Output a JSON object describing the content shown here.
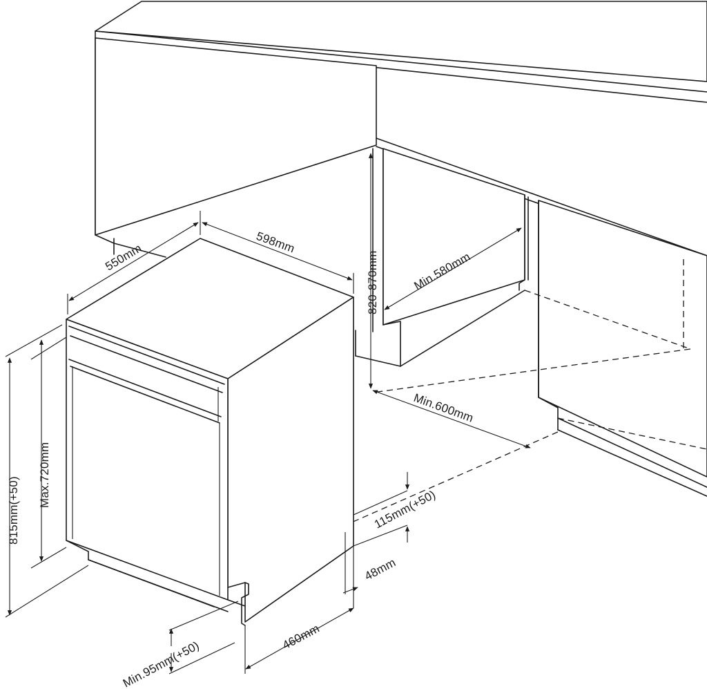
{
  "dimensions": {
    "depth": "550mm",
    "width": "598mm",
    "niche_height": "820-870mm",
    "niche_depth": "Min.580mm",
    "niche_width": "Min.600mm",
    "overall_height": "815mm(+50)",
    "door_height": "Max.720mm",
    "plinth_height": "115mm(+50)",
    "plinth_gap": "48mm",
    "plinth_depth": "460mm",
    "door_clearance": "Min.95mm(+50)"
  },
  "colors": {
    "line": "#1a1a1a",
    "background": "#ffffff"
  }
}
